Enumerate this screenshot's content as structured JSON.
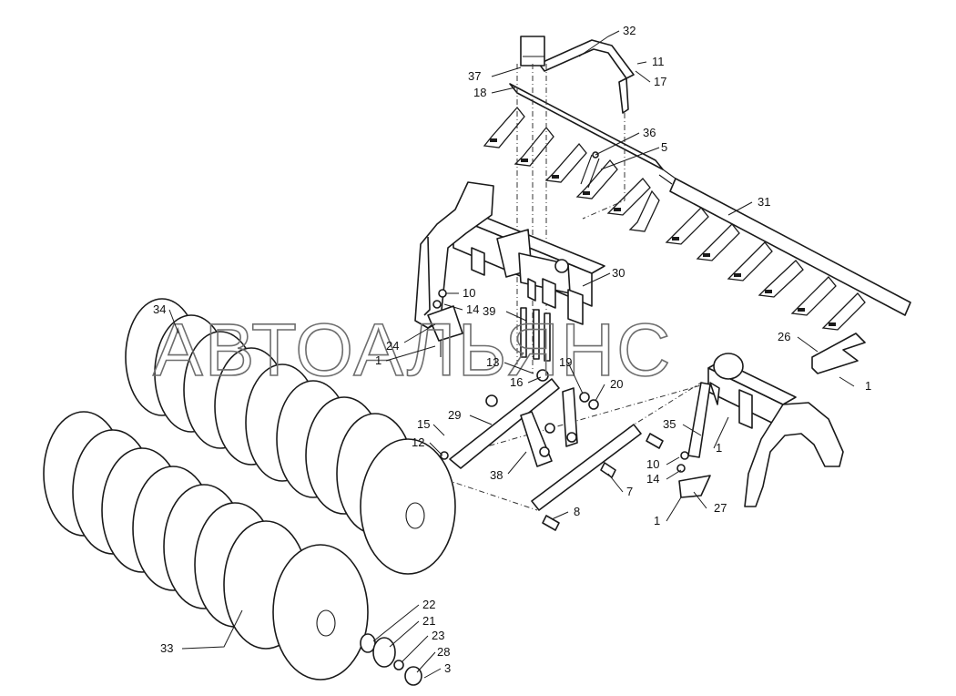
{
  "watermark": "АВТОАЛЬЯНС",
  "callouts": [
    "32",
    "11",
    "17",
    "37",
    "18",
    "36",
    "5",
    "31",
    "30",
    "10",
    "14",
    "39",
    "24",
    "1",
    "26",
    "1",
    "13",
    "16",
    "19",
    "20",
    "29",
    "15",
    "12",
    "38",
    "7",
    "8",
    "35",
    "1",
    "10",
    "14",
    "27",
    "1",
    "34",
    "33",
    "22",
    "21",
    "23",
    "28",
    "3"
  ],
  "colors": {
    "line": "#1a1a1a",
    "watermark": "#6e6e6e",
    "background": "#ffffff"
  }
}
